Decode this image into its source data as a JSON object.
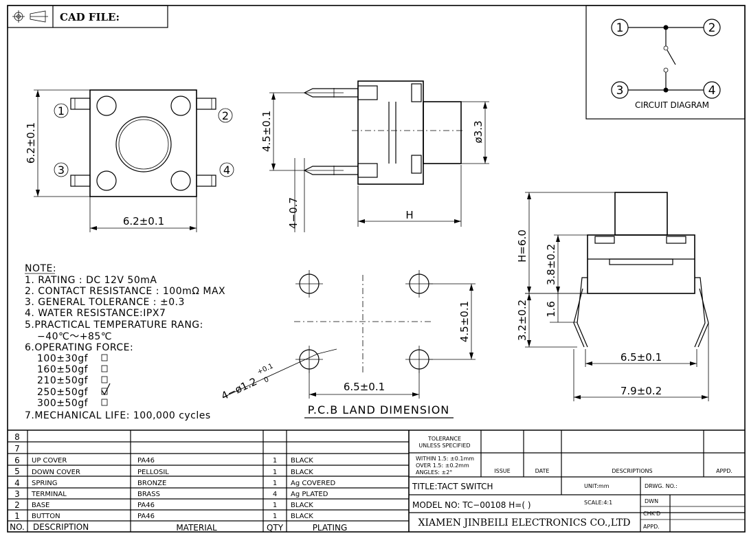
{
  "header": {
    "cad_file": "CAD FILE:"
  },
  "circuit": {
    "title": "CIRCUIT DIAGRAM",
    "pins": [
      "1",
      "2",
      "3",
      "4"
    ]
  },
  "top_view": {
    "pins": [
      "1",
      "2",
      "3",
      "4"
    ],
    "dim_height": "6.2±0.1",
    "dim_width": "6.2±0.1"
  },
  "side_view": {
    "dim_pin_spacing": "4.5±0.1",
    "dim_stem_dia": "ø3.3",
    "dim_pin_len": "4−0.7",
    "dim_h": "H"
  },
  "front_view": {
    "dim_h": "H=6.0",
    "dim_body": "3.8±0.2",
    "dim_1_6": "1.6",
    "dim_leg": "3.2±0.2",
    "dim_inner": "6.5±0.1",
    "dim_outer": "7.9±0.2"
  },
  "pcb": {
    "title": "P.C.B LAND DIMENSION",
    "dim_v": "4.5±0.1",
    "dim_h": "6.5±0.1",
    "hole_main": "4−ø1.2",
    "hole_tol_plus": "+0.1",
    "hole_tol_minus": "0"
  },
  "notes": {
    "title": "NOTE:",
    "rating": "1. RATING : DC 12V  50mA",
    "contact": "2. CONTACT RESISTANCE : 100mΩ MAX",
    "tolerance": "3. GENERAL TOLERANCE : ±0.3",
    "water": "4. WATER RESISTANCE:IPX7",
    "temp_title": "5.PRACTICAL TEMPERATURE RANG:",
    "temp_value": "−40℃～+85℃",
    "force_title": "6.OPERATING FORCE:",
    "forces": [
      {
        "label": "100±30gf",
        "checked": false
      },
      {
        "label": "160±50gf",
        "checked": false
      },
      {
        "label": "210±50gf",
        "checked": false
      },
      {
        "label": "250±50gf",
        "checked": true
      },
      {
        "label": "300±50gf",
        "checked": false
      }
    ],
    "life": "7.MECHANICAL LIFE: 100,000 cycles"
  },
  "bom": {
    "rows": [
      {
        "no": "8",
        "desc": "",
        "material": "",
        "qty": "",
        "plating": ""
      },
      {
        "no": "7",
        "desc": "",
        "material": "",
        "qty": "",
        "plating": ""
      },
      {
        "no": "6",
        "desc": "UP COVER",
        "material": "PA46",
        "qty": "1",
        "plating": "BLACK"
      },
      {
        "no": "5",
        "desc": "DOWN COVER",
        "material": "PELLOSIL",
        "qty": "1",
        "plating": "BLACK"
      },
      {
        "no": "4",
        "desc": "SPRING",
        "material": "BRONZE",
        "qty": "1",
        "plating": "Ag COVERED"
      },
      {
        "no": "3",
        "desc": "TERMINAL",
        "material": "BRASS",
        "qty": "4",
        "plating": "Ag PLATED"
      },
      {
        "no": "2",
        "desc": "BASE",
        "material": "PA46",
        "qty": "1",
        "plating": "BLACK"
      },
      {
        "no": "1",
        "desc": "BUTTON",
        "material": "PA46",
        "qty": "1",
        "plating": "BLACK"
      }
    ],
    "header": {
      "no": "NO.",
      "desc": "DESCRIPTION",
      "material": "MATERIAL",
      "qty": "QTY",
      "plating": "PLATING"
    }
  },
  "title_block": {
    "tol_title_1": "TOLERANCE",
    "tol_title_2": "UNLESS SPECIFIED",
    "tol_1": "WITHIN 1.5: ±0.1mm",
    "tol_2": "OVER 1.5:  ±0.2mm",
    "tol_3": "ANGLES: ±2°",
    "issue": "ISSUE",
    "date": "DATE",
    "descriptions": "DESCRIPTIONS",
    "appd": "APPD.",
    "title": "TITLE:TACT SWITCH",
    "unit": "UNIT:mm",
    "drwg_no": "DRWG. NO.:",
    "model": "MODEL NO: TC−00108 H=( )",
    "scale": "SCALE:4:1",
    "dwn": "DWN",
    "chkd": "CHK'D",
    "appd2": "APPD.",
    "company": "XIAMEN JINBEILI ELECTRONICS CO.,LTD"
  }
}
